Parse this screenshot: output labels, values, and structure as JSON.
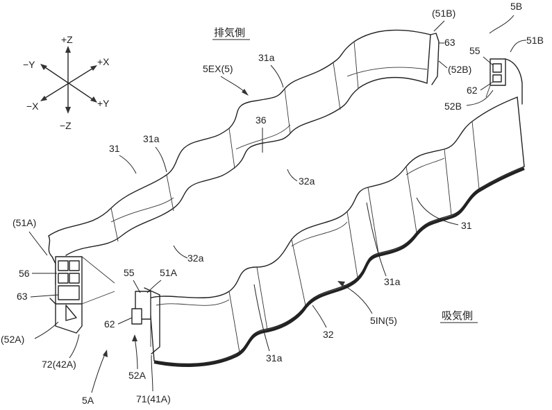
{
  "labels": {
    "exhaust_side": "排気側",
    "intake_side": "吸気側",
    "axis_pz": "+Z",
    "axis_mz": "−Z",
    "axis_px": "+X",
    "axis_mx": "−X",
    "axis_py": "+Y",
    "axis_my": "−Y",
    "l_51B_paren": "(51B)",
    "l_5B": "5B",
    "l_63_top": "63",
    "l_51B": "51B",
    "l_55_right": "55",
    "l_52B_paren": "(52B)",
    "l_62_right": "62",
    "l_52B": "52B",
    "l_5EX": "5EX(5)",
    "l_31a_top": "31a",
    "l_36": "36",
    "l_31a_left": "31a",
    "l_31_left": "31",
    "l_32a_mid": "32a",
    "l_32a_low": "32a",
    "l_31_right": "31",
    "l_31a_mid": "31a",
    "l_51A_paren": "(51A)",
    "l_56": "56",
    "l_63_left": "63",
    "l_52A_paren": "(52A)",
    "l_72": "72(42A)",
    "l_5A": "5A",
    "l_55_left": "55",
    "l_51A": "51A",
    "l_62_left": "62",
    "l_52A": "52A",
    "l_71": "71(41A)",
    "l_31a_bottom": "31a",
    "l_32": "32",
    "l_5IN": "5IN(5)"
  }
}
